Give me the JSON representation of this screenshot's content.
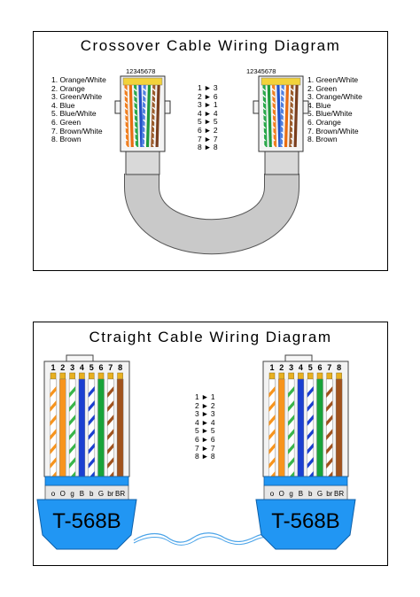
{
  "crossover": {
    "title": "Crossover Cable Wiring Diagram",
    "pin_numbers": "12345678",
    "left_legend": [
      "1. Orange/White",
      "2. Orange",
      "3. Green/White",
      "4. Blue",
      "5. Blue/White",
      "6. Green",
      "7. Brown/White",
      "8. Brown"
    ],
    "right_legend": [
      "1. Green/White",
      "2. Green",
      "3. Orange/White",
      "4. Blue",
      "5. Blue/White",
      "6. Orange",
      "7. Brown/White",
      "8. Brown"
    ],
    "mapping": [
      "1 ► 3",
      "2 ► 6",
      "3 ► 1",
      "4 ► 4",
      "5 ► 5",
      "6 ► 2",
      "7 ► 7",
      "8 ► 8"
    ],
    "left_wire_colors": [
      "#f07f20",
      "#e86c10",
      "#2aa84a",
      "#2050c8",
      "#4f7fe0",
      "#1f9a3c",
      "#9a5a2a",
      "#7a3e1e"
    ],
    "right_wire_colors": [
      "#2aa84a",
      "#1f9a3c",
      "#f07f20",
      "#2050c8",
      "#4f7fe0",
      "#e86c10",
      "#9a5a2a",
      "#7a3e1e"
    ]
  },
  "straight": {
    "title": "Ctraight Cable Wiring Diagram",
    "pin_labels": [
      "1",
      "2",
      "3",
      "4",
      "5",
      "6",
      "7",
      "8"
    ],
    "mapping": [
      "1 ► 1",
      "2 ► 2",
      "3 ► 3",
      "4 ► 4",
      "5 ► 5",
      "6 ► 6",
      "7 ► 7",
      "8 ► 8"
    ],
    "wire_codes": [
      "o",
      "O",
      "g",
      "B",
      "b",
      "G",
      "br",
      "BR"
    ],
    "standard_label": "T-568B",
    "wire_colors": [
      "#f7941d",
      "#f7941d",
      "#39b54a",
      "#1b3fd1",
      "#1b3fd1",
      "#18a33a",
      "#a0521d",
      "#a0521d"
    ],
    "wire_striped": [
      true,
      false,
      true,
      false,
      true,
      false,
      true,
      false
    ],
    "boot_color": "#2196f3"
  }
}
